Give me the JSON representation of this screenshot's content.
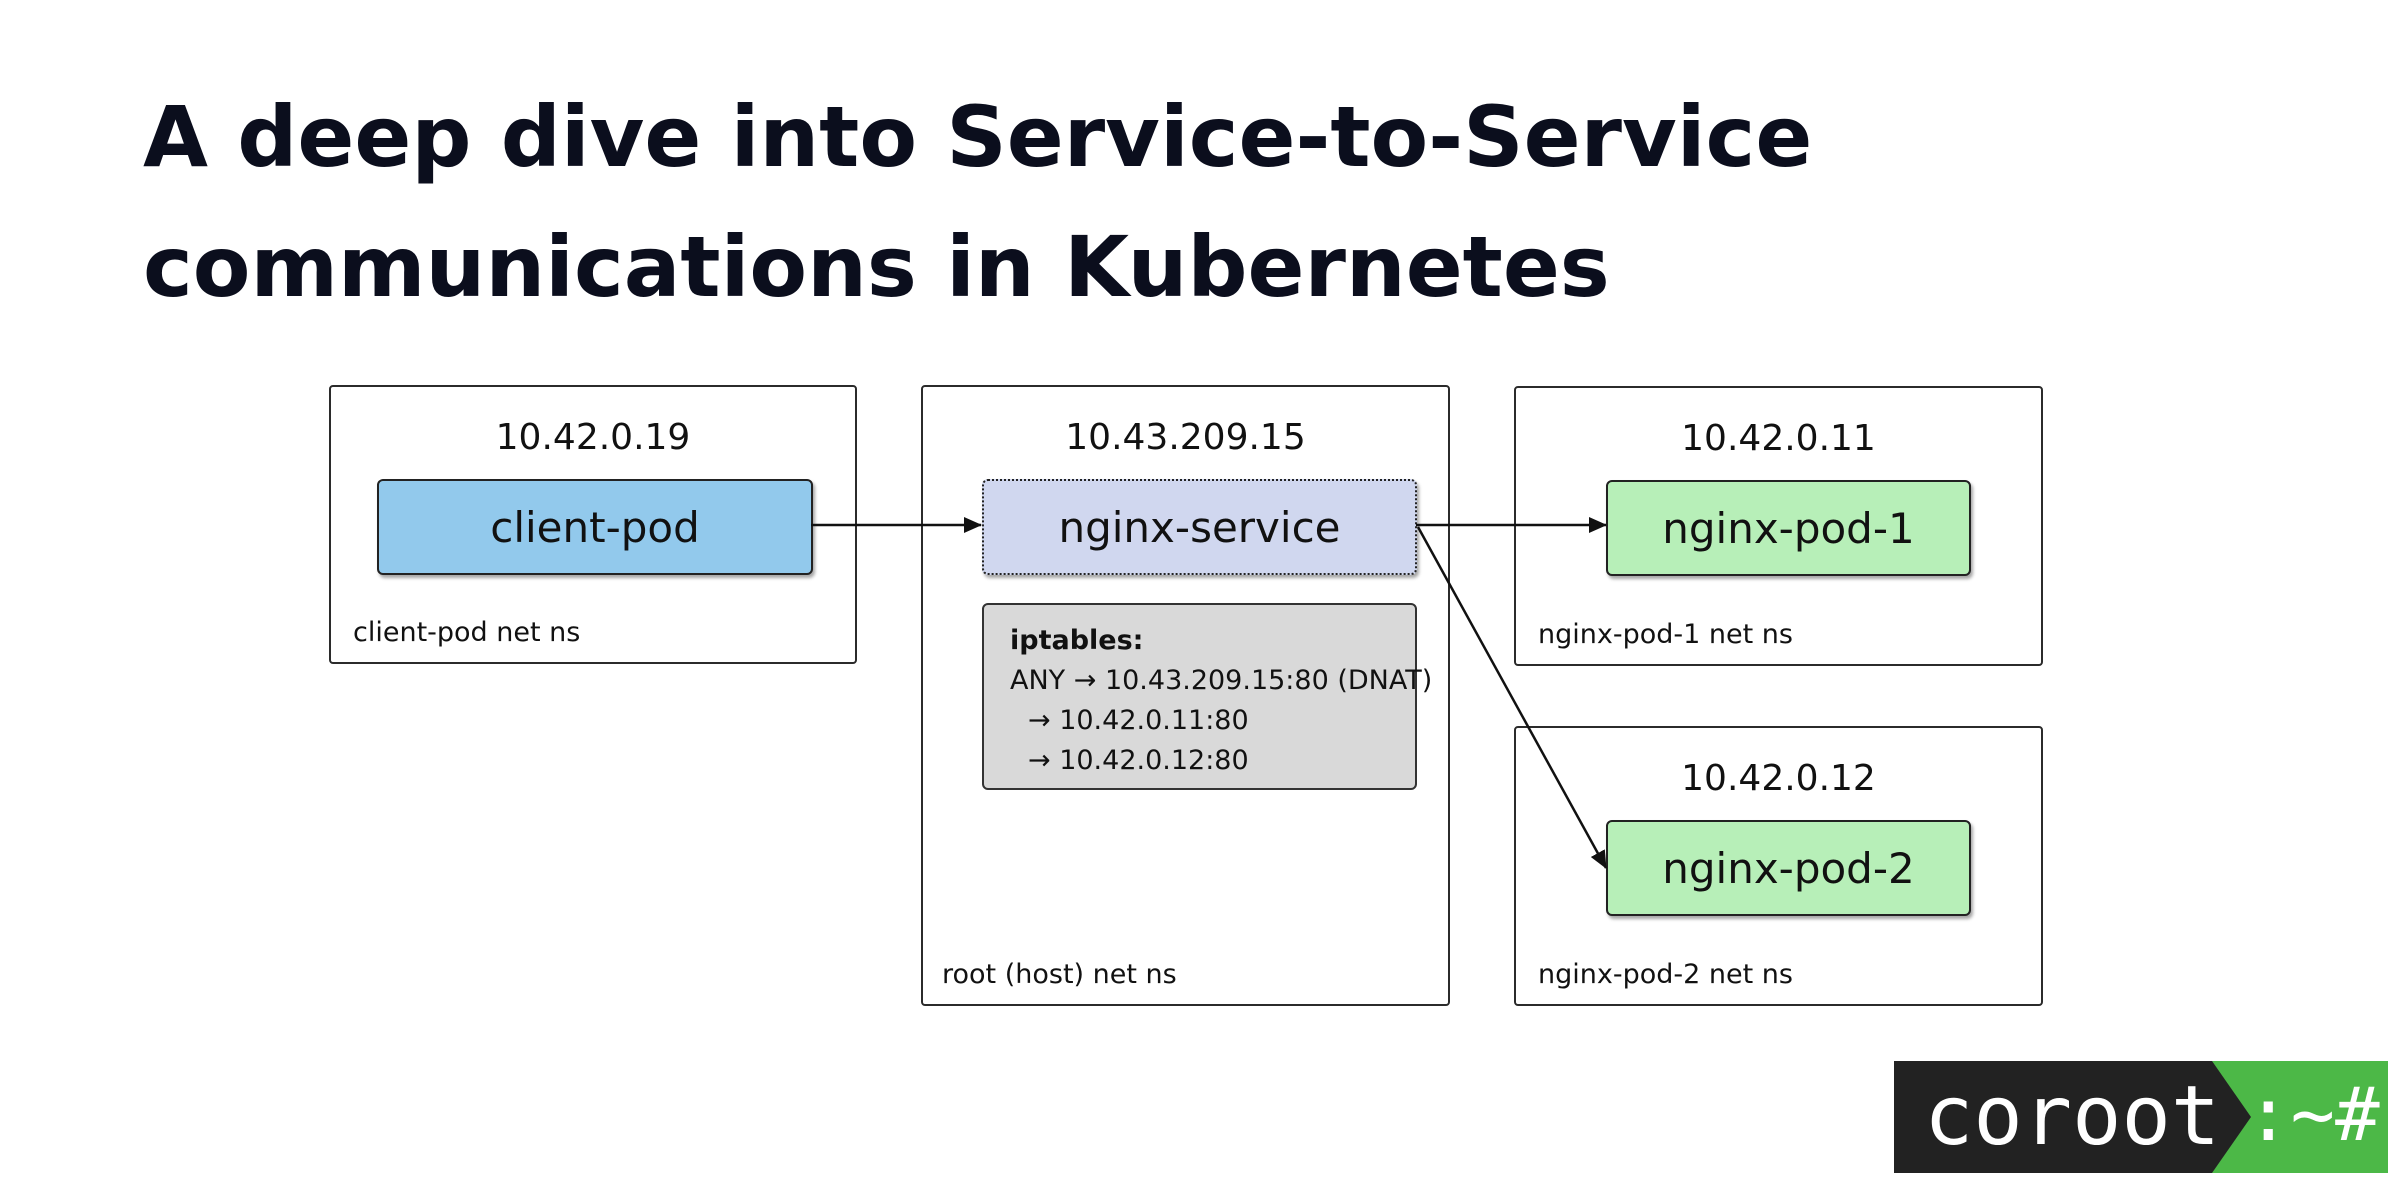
{
  "title": {
    "line1": "A deep dive into Service-to-Service",
    "line2": "communications in Kubernetes"
  },
  "namespaces": {
    "client": {
      "ip": "10.42.0.19",
      "label": "client-pod net ns",
      "node": "client-pod"
    },
    "root": {
      "ip": "10.43.209.15",
      "label": "root (host) net ns",
      "node": "nginx-service"
    },
    "pod1": {
      "ip": "10.42.0.11",
      "label": "nginx-pod-1 net ns",
      "node": "nginx-pod-1"
    },
    "pod2": {
      "ip": "10.42.0.12",
      "label": "nginx-pod-2 net ns",
      "node": "nginx-pod-2"
    }
  },
  "iptables": {
    "header": "iptables:",
    "rule": "ANY → 10.43.209.15:80 (DNAT)",
    "targets": [
      "→ 10.42.0.11:80",
      "→ 10.42.0.12:80"
    ]
  },
  "logo": {
    "text": "coroot",
    "suffix": ":~#"
  },
  "colors": {
    "client_pod": "#92c9ec",
    "service": "#d0d7ef",
    "nginx_pod": "#b7efb8",
    "iptables_box": "#d9d9d9",
    "logo_dark": "#222222",
    "logo_green": "#4cb847"
  }
}
